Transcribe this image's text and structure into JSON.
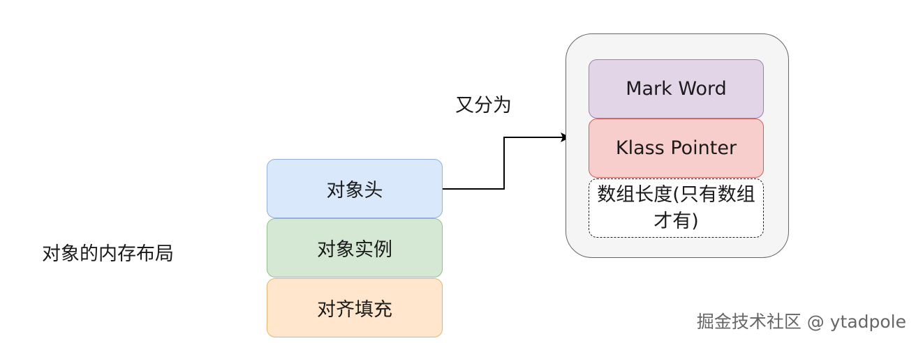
{
  "diagram": {
    "side_label": "对象的内存布局",
    "layout_boxes": {
      "header": "对象头",
      "instance": "对象实例",
      "padding": "对齐填充"
    },
    "edge_label": "又分为",
    "header_parts": {
      "mark_word": "Mark Word",
      "klass_pointer": "Klass Pointer",
      "array_length": "数组长度(只有数组才有)"
    },
    "colors": {
      "header_fill": "#dae8fc",
      "instance_fill": "#d5e8d4",
      "padding_fill": "#ffe6cc",
      "mark_word_fill": "#e1d5e7",
      "klass_pointer_fill": "#f8cecc",
      "group_fill": "#f5f5f5"
    }
  },
  "watermark": "掘金技术社区 @ ytadpole"
}
